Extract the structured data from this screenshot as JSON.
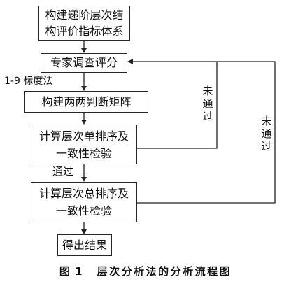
{
  "flowchart": {
    "steps": [
      {
        "lines": [
          "构建递阶层次结",
          "构评价指标体系"
        ]
      },
      {
        "lines": [
          "专家调查评分"
        ]
      },
      {
        "lines": [
          "构建两两判断矩阵"
        ]
      },
      {
        "lines": [
          "计算层次单排序及",
          "一致性检验"
        ]
      },
      {
        "lines": [
          "计算层次总排序及",
          "一致性检验"
        ]
      },
      {
        "lines": [
          "得出结果"
        ]
      }
    ],
    "labels": {
      "scale_method": "1-9 标度法",
      "pass": "通过",
      "fail_single": "未通过",
      "fail_total": "未通过"
    }
  },
  "caption": {
    "figure_number": "图 1",
    "title": "层次分析法的分析流程图"
  }
}
